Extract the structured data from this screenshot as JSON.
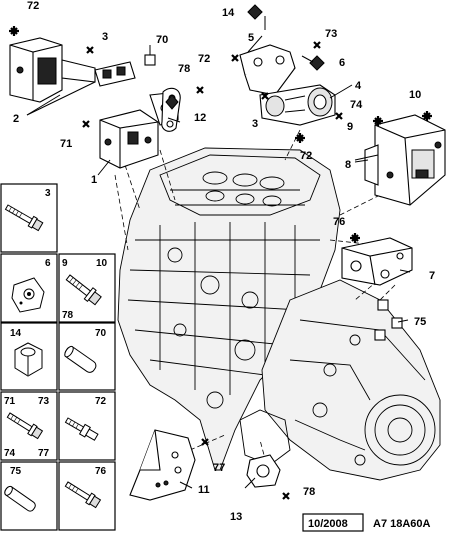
{
  "callouts": {
    "c72a": "72",
    "c3a": "3",
    "c70": "70",
    "c2": "2",
    "c78a": "78",
    "c12": "12",
    "c71": "71",
    "c1": "1",
    "c14": "14",
    "c5": "5",
    "c73": "73",
    "c72b": "72",
    "c6": "6",
    "c4": "4",
    "c74": "74",
    "c3b": "3",
    "c72c": "72",
    "c10": "10",
    "c9": "9",
    "c8": "8",
    "c76": "76",
    "c7": "7",
    "c75": "75",
    "c77": "77",
    "c11": "11",
    "c13": "13",
    "c78b": "78"
  },
  "legend": [
    {
      "id": "cell-3",
      "labels": [
        "3"
      ],
      "bottom": []
    },
    {
      "id": "cell-6",
      "labels": [
        "6"
      ],
      "bottom": []
    },
    {
      "id": "cell-9-10",
      "labels": [
        "9",
        "10"
      ],
      "bottom": [
        "78"
      ]
    },
    {
      "id": "cell-14",
      "labels": [
        "14"
      ],
      "bottom": []
    },
    {
      "id": "cell-70",
      "labels": [
        "70"
      ],
      "bottom": []
    },
    {
      "id": "cell-71-73",
      "labels": [
        "71",
        "73"
      ],
      "bottom": [
        "74",
        "77"
      ]
    },
    {
      "id": "cell-72",
      "labels": [
        "72"
      ],
      "bottom": []
    },
    {
      "id": "cell-75",
      "labels": [
        "75"
      ],
      "bottom": []
    },
    {
      "id": "cell-76",
      "labels": [
        "76"
      ],
      "bottom": []
    }
  ],
  "footer": {
    "date": "10/2008",
    "ref": "A7 18A60A"
  }
}
